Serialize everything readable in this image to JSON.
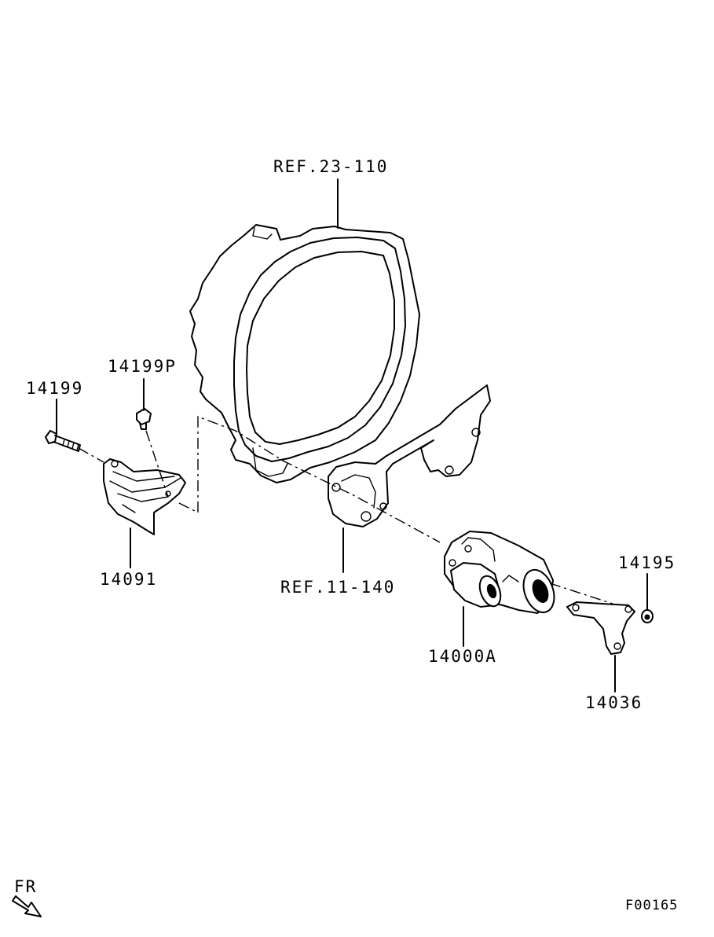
{
  "labels": {
    "ref_23": "REF.23-110",
    "ref_11": "REF.11-140",
    "p14199": "14199",
    "p14199P": "14199P",
    "p14091": "14091",
    "p14000A": "14000A",
    "p14195": "14195",
    "p14036": "14036"
  },
  "footer": {
    "direction": "FR",
    "code": "F00165"
  }
}
